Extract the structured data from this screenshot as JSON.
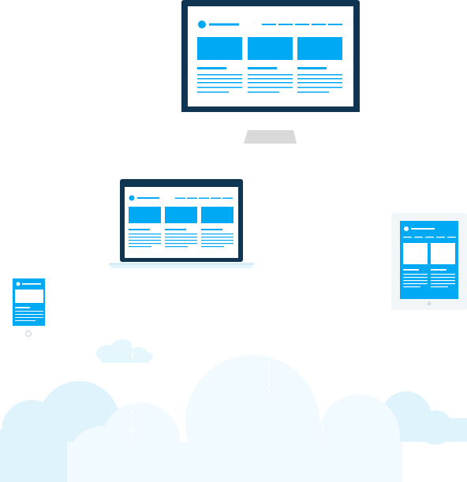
{
  "illustration": {
    "subject": "responsive-web-design-devices-over-cloud",
    "devices": [
      "desktop-monitor",
      "laptop",
      "tablet",
      "phone"
    ],
    "colors": {
      "accent": "#00A9F4",
      "frame": "#0F3552",
      "screen": "#FFFFFF",
      "stand": "#D9D9D9",
      "device_body": "#F2F6F9",
      "cloud_light": "#E4F5FC",
      "cloud_front": "#F2FAFE"
    }
  }
}
